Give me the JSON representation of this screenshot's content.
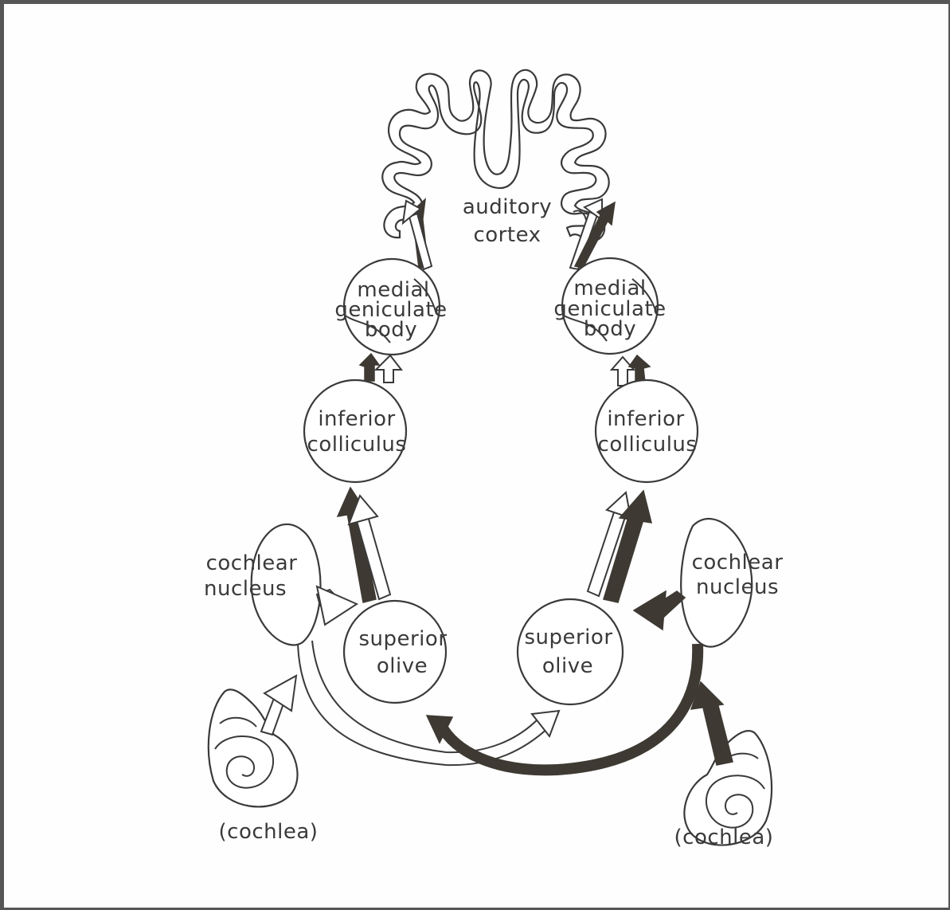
{
  "figure": {
    "cortex": {
      "line1": "auditory",
      "line2": "cortex"
    },
    "left": {
      "mgb": {
        "line1": "medial",
        "line2": "geniculate",
        "line3": "body"
      },
      "ic": {
        "line1": "inferior",
        "line2": "colliculus"
      },
      "cn": {
        "line1": "cochlear",
        "line2": "nucleus"
      },
      "so": {
        "line1": "superior",
        "line2": "olive"
      },
      "cochlea": "(cochlea)"
    },
    "right": {
      "mgb": {
        "line1": "medial",
        "line2": "geniculate",
        "line3": "body"
      },
      "ic": {
        "line1": "inferior",
        "line2": "colliculus"
      },
      "cn": {
        "line1": "cochlear",
        "line2": "nucleus"
      },
      "so": {
        "line1": "superior",
        "line2": "olive"
      },
      "cochlea": "(cochlea)"
    }
  }
}
